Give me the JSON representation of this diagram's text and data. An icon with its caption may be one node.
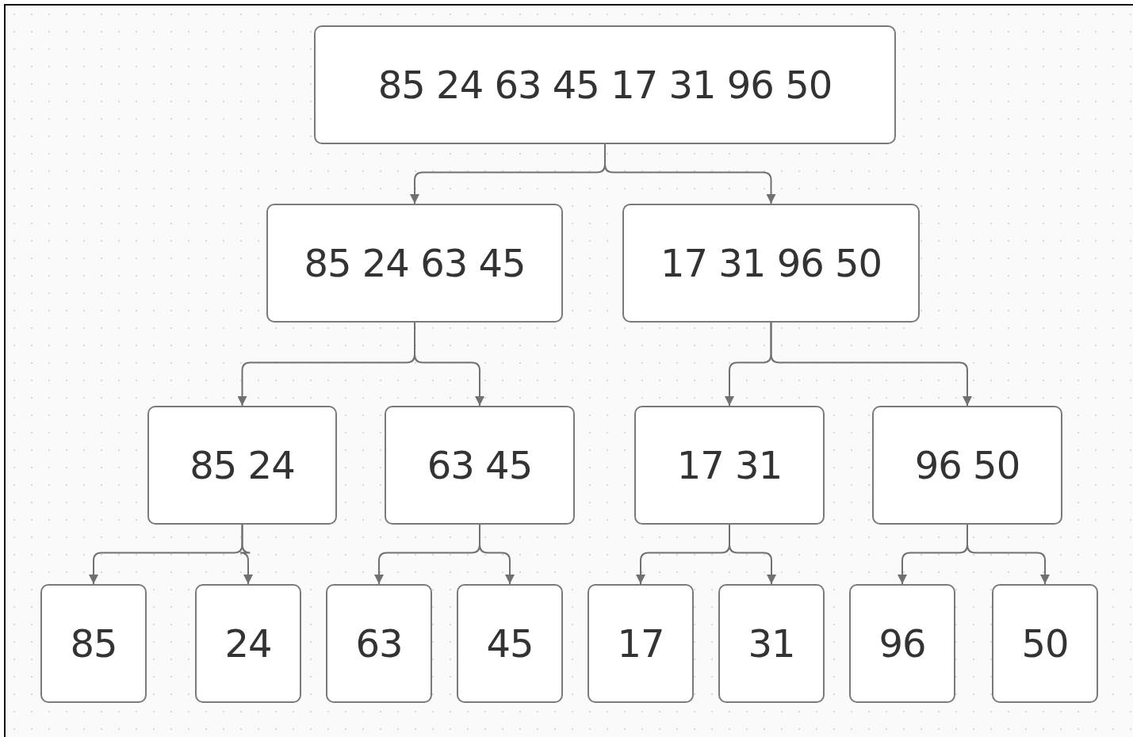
{
  "diagram": {
    "nodes": [
      {
        "text": [
          "85 24 63 45 17 31 96 50"
        ]
      },
      {
        "text": [
          "85 24 63 45"
        ]
      },
      {
        "text": [
          "17 31 96 50"
        ]
      },
      {
        "text": [
          "85 24"
        ]
      },
      {
        "text": [
          "63 45"
        ]
      },
      {
        "text": [
          "17 31"
        ]
      },
      {
        "text": [
          "96 50"
        ]
      },
      {
        "text": [
          "85"
        ]
      },
      {
        "text": [
          "24"
        ]
      },
      {
        "text": [
          "63"
        ]
      },
      {
        "text": [
          "45"
        ]
      },
      {
        "text": [
          "17"
        ]
      },
      {
        "text": [
          "31"
        ]
      },
      {
        "text": [
          "96"
        ]
      },
      {
        "text": [
          "50"
        ]
      }
    ],
    "edges": [
      {
        "from": 0,
        "to": 1,
        "arrow": "to"
      },
      {
        "from": 0,
        "to": 2,
        "arrow": "to"
      },
      {
        "from": 1,
        "to": 3,
        "arrow": "to"
      },
      {
        "from": 1,
        "to": 4,
        "arrow": "to"
      },
      {
        "from": 2,
        "to": 5,
        "arrow": "to"
      },
      {
        "from": 2,
        "to": 6,
        "arrow": "to"
      },
      {
        "from": 3,
        "to": 7,
        "arrow": "to"
      },
      {
        "from": 3,
        "to": 8,
        "arrow": "to"
      },
      {
        "from": 4,
        "to": 9,
        "arrow": "to"
      },
      {
        "from": 4,
        "to": 10,
        "arrow": "to"
      },
      {
        "from": 5,
        "to": 11,
        "arrow": "to"
      },
      {
        "from": 5,
        "to": 12,
        "arrow": "to"
      },
      {
        "from": 6,
        "to": 13,
        "arrow": "to"
      },
      {
        "from": 6,
        "to": 14,
        "arrow": "to"
      }
    ]
  }
}
